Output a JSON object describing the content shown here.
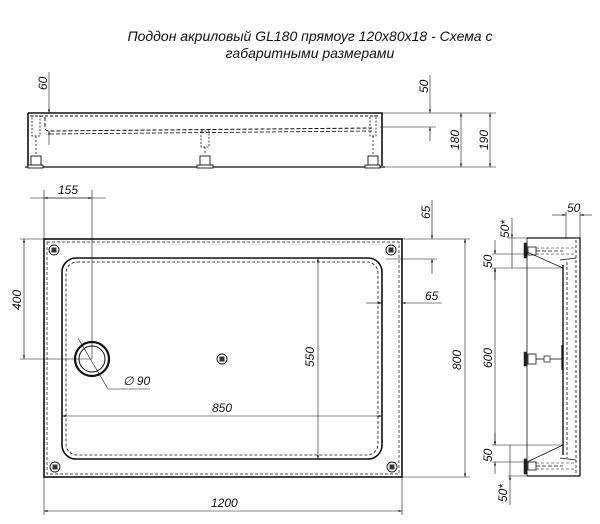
{
  "title": {
    "line1": "Поддон акриловый  GL180 прямоуг 120x80x18 - Схема с",
    "line2": "габаритными размерами"
  },
  "front_view": {
    "dimensions": {
      "top_left_depth": "60",
      "top_right_depth": "50",
      "height_body": "180",
      "height_total": "190"
    }
  },
  "top_view": {
    "dimensions": {
      "drain_offset_x": "155",
      "drain_offset_y": "400",
      "corner_offset_top": "65",
      "corner_offset_side": "65",
      "inner_depth": "550",
      "inner_length": "850",
      "drain_diameter": "∅ 90",
      "overall_width": "800",
      "overall_length": "1200"
    }
  },
  "side_view": {
    "dimensions": {
      "top_width": "50",
      "top_offset_star": "50*",
      "top_offset": "50",
      "middle_span": "600",
      "bottom_offset": "50",
      "bottom_offset_star": "50*"
    }
  }
}
